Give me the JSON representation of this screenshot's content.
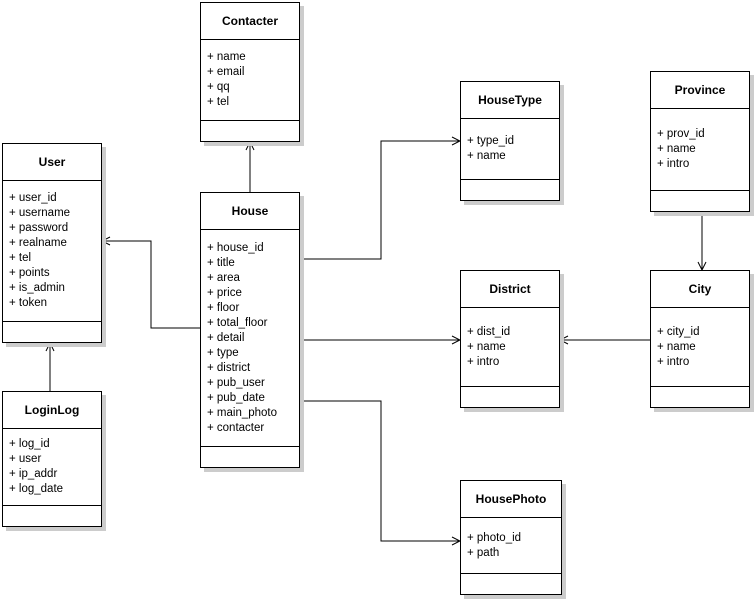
{
  "diagram": {
    "type": "uml-class-diagram",
    "colors": {
      "background": "#ffffff",
      "box_fill": "#ffffff",
      "box_border": "#000000",
      "box_shadow": "#cccccc",
      "line": "#000000"
    },
    "classes": [
      {
        "name": "Contacter",
        "attrs": [
          "+ name",
          "+ email",
          "+ qq",
          "+ tel"
        ]
      },
      {
        "name": "User",
        "attrs": [
          "+ user_id",
          "+ username",
          "+ password",
          "+ realname",
          "+ tel",
          "+ points",
          "+ is_admin",
          "+ token"
        ]
      },
      {
        "name": "House",
        "attrs": [
          "+ house_id",
          "+ title",
          "+ area",
          "+ price",
          "+ floor",
          "+ total_floor",
          "+ detail",
          "+ type",
          "+ district",
          "+ pub_user",
          "+ pub_date",
          "+ main_photo",
          "+ contacter"
        ]
      },
      {
        "name": "HouseType",
        "attrs": [
          "+ type_id",
          "+ name"
        ]
      },
      {
        "name": "Province",
        "attrs": [
          "+ prov_id",
          "+ name",
          "+ intro"
        ]
      },
      {
        "name": "District",
        "attrs": [
          "+ dist_id",
          "+ name",
          "+ intro"
        ]
      },
      {
        "name": "City",
        "attrs": [
          "+ city_id",
          "+ name",
          "+ intro"
        ]
      },
      {
        "name": "LoginLog",
        "attrs": [
          "+ log_id",
          "+ user",
          "+ ip_addr",
          "+ log_date"
        ]
      },
      {
        "name": "HousePhoto",
        "attrs": [
          "+ photo_id",
          "+ path"
        ]
      }
    ],
    "relations": [
      {
        "from": "House",
        "to": "Contacter",
        "arrow": "open"
      },
      {
        "from": "House",
        "to": "User",
        "arrow": "open"
      },
      {
        "from": "House",
        "to": "HouseType",
        "arrow": "open"
      },
      {
        "from": "House",
        "to": "District",
        "arrow": "open"
      },
      {
        "from": "House",
        "to": "HousePhoto",
        "arrow": "open"
      },
      {
        "from": "LoginLog",
        "to": "User",
        "arrow": "open"
      },
      {
        "from": "Province",
        "to": "City",
        "arrow": "open"
      },
      {
        "from": "City",
        "to": "District",
        "arrow": "open"
      }
    ]
  }
}
